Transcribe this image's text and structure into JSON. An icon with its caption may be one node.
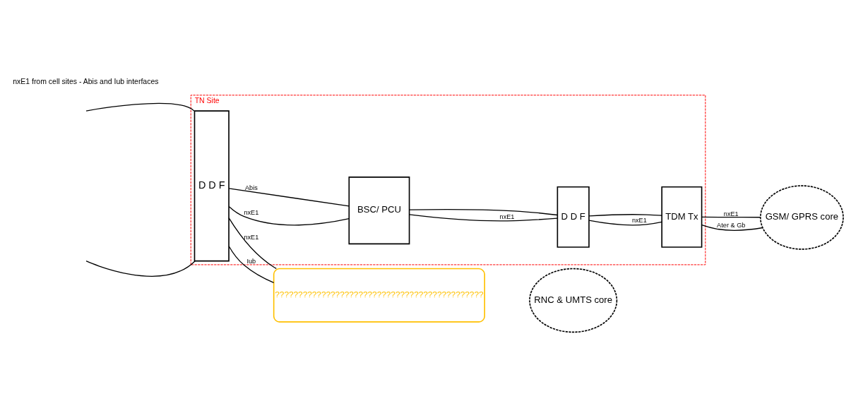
{
  "diagram": {
    "nodes": [
      {
        "text": [
          "TN Site"
        ]
      },
      {
        "text": [
          "D D F"
        ],
        "in": 0
      },
      {
        "text": [
          "BSC/ PCU"
        ],
        "in": 0
      },
      {
        "text": [
          "D D F"
        ],
        "in": 0
      },
      {
        "text": [
          "TDM Tx"
        ],
        "in": 0
      },
      {
        "text": [
          "?????????????????????????????????????????????"
        ]
      },
      {
        "text": [
          "GSM/ GPRS core"
        ]
      },
      {
        "text": [
          "RNC & UMTS core"
        ]
      }
    ],
    "edges": [
      {
        "from": null,
        "to": 1,
        "arrow": "none"
      },
      {
        "from": null,
        "to": 1,
        "arrow": "none"
      },
      {
        "from": 1,
        "to": 2,
        "arrow": "none",
        "label": "nxE1"
      },
      {
        "from": 1,
        "to": 2,
        "arrow": "none",
        "label": "Abis"
      },
      {
        "from": 2,
        "to": 3,
        "arrow": "none",
        "label": "nxE1"
      },
      {
        "from": 2,
        "to": 3,
        "arrow": "none"
      },
      {
        "from": 3,
        "to": 4,
        "arrow": "none",
        "label": "nxE1"
      },
      {
        "from": 3,
        "to": 4,
        "arrow": "none"
      },
      {
        "from": 4,
        "to": 6,
        "arrow": "none",
        "label": "nxE1"
      },
      {
        "from": 4,
        "to": 6,
        "arrow": "none",
        "label": "Ater & Gb"
      },
      {
        "from": 1,
        "to": 5,
        "arrow": "none",
        "label": "nxE1"
      },
      {
        "from": 1,
        "to": 5,
        "arrow": "none",
        "label": "Iub"
      }
    ],
    "labels": [
      "nxE1 from cell sites - Abis and Iub interfaces"
    ]
  }
}
